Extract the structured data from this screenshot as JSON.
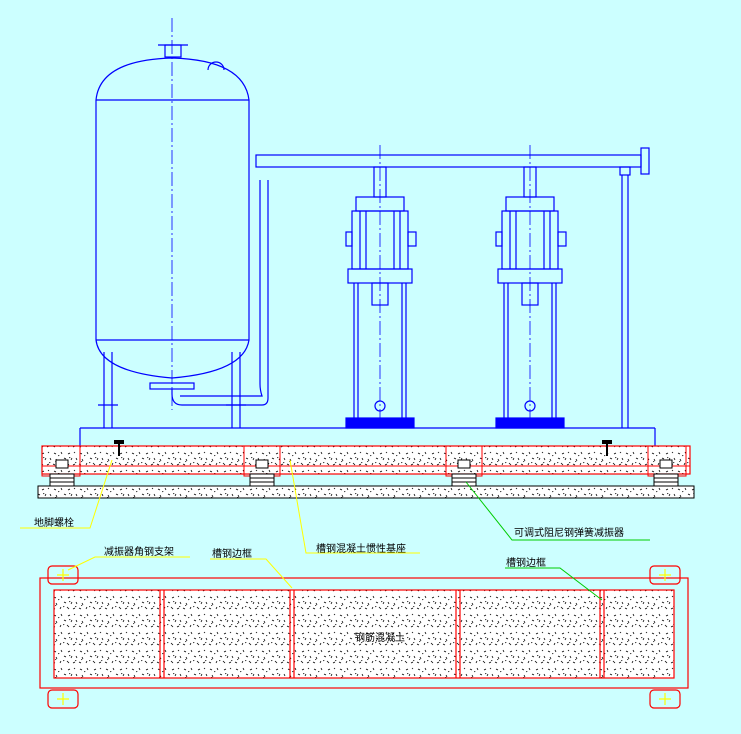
{
  "diagram": {
    "labels": {
      "anchor_bolt": "地脚螺栓",
      "concrete_base": "槽钢混凝土惯性基座",
      "spring_damper": "可调式阻尼钢弹簧减振器",
      "angle_bracket": "减振器角钢支架",
      "channel_frame_left": "槽钢边框",
      "channel_frame_right": "槽钢边框",
      "reinforced_concrete": "钢筋混凝土"
    }
  },
  "colors": {
    "background": "#ccffff",
    "equipment": "#0000ff",
    "frame": "#ff0000",
    "leader_yellow": "#ffff00",
    "leader_green": "#00cc00",
    "concrete_speckle": "#000000"
  }
}
